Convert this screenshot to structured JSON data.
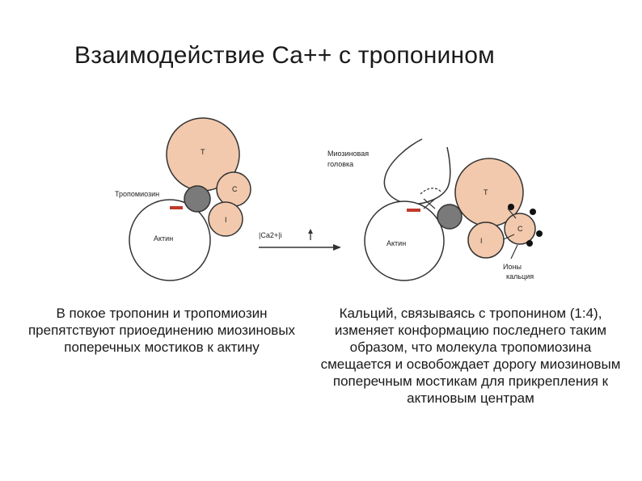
{
  "title": "Взаимодействие Ca++ с тропонином",
  "diagram": {
    "left": {
      "troponin_t": "T",
      "troponin_c": "C",
      "troponin_i": "I",
      "tropomyosin_label": "Тропомиозин",
      "actin_label": "Актин"
    },
    "arrow_label": "|Ca2+|i",
    "right": {
      "myosin_head_label_1": "Миозиновая",
      "myosin_head_label_2": "головка",
      "troponin_t": "T",
      "troponin_c": "C",
      "troponin_i": "I",
      "actin_label": "Актин",
      "calcium_label_1": "Ионы",
      "calcium_label_2": "кальция"
    }
  },
  "captions": {
    "left": "В покое тропонин и тропомиозин препятствуют приоединению миозиновых поперечных мостиков к актину",
    "right": "Кальций, связываясь с тропонином (1:4), изменяет конформацию последнего таким образом, что молекула тропомиозина смещается и освобождает дорогу миозиновым поперечным мостикам для прикрепления к актиновым центрам"
  },
  "colors": {
    "troponin_fill": "#f2c9ad",
    "tropomyosin_fill": "#7a7a7a",
    "binding_site": "#c0392b",
    "calcium_ion": "#111111"
  }
}
